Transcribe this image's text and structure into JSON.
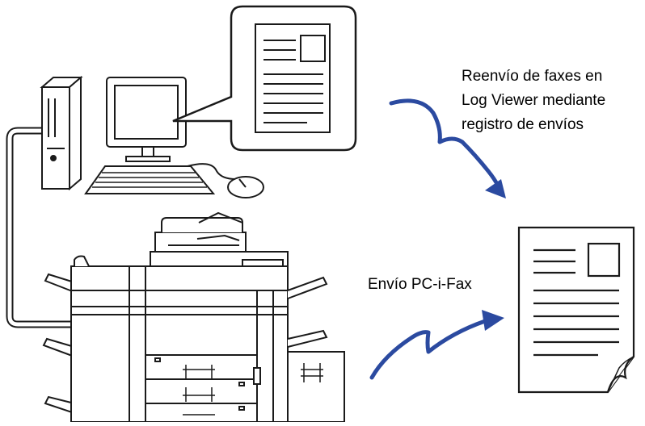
{
  "labels": {
    "forward_line1": "Reenvío de faxes en",
    "forward_line2": "Log Viewer mediante",
    "forward_line3": "registro de envíos",
    "pc_i_fax": "Envío PC-i-Fax"
  },
  "colors": {
    "arrow": "#2b4aa0",
    "stroke": "#1a1a1a",
    "background": "#ffffff"
  },
  "icons": [
    "computer-tower-icon",
    "monitor-icon",
    "keyboard-icon",
    "mouse-icon",
    "document-icon",
    "multifunction-printer-icon",
    "fax-document-icon"
  ]
}
